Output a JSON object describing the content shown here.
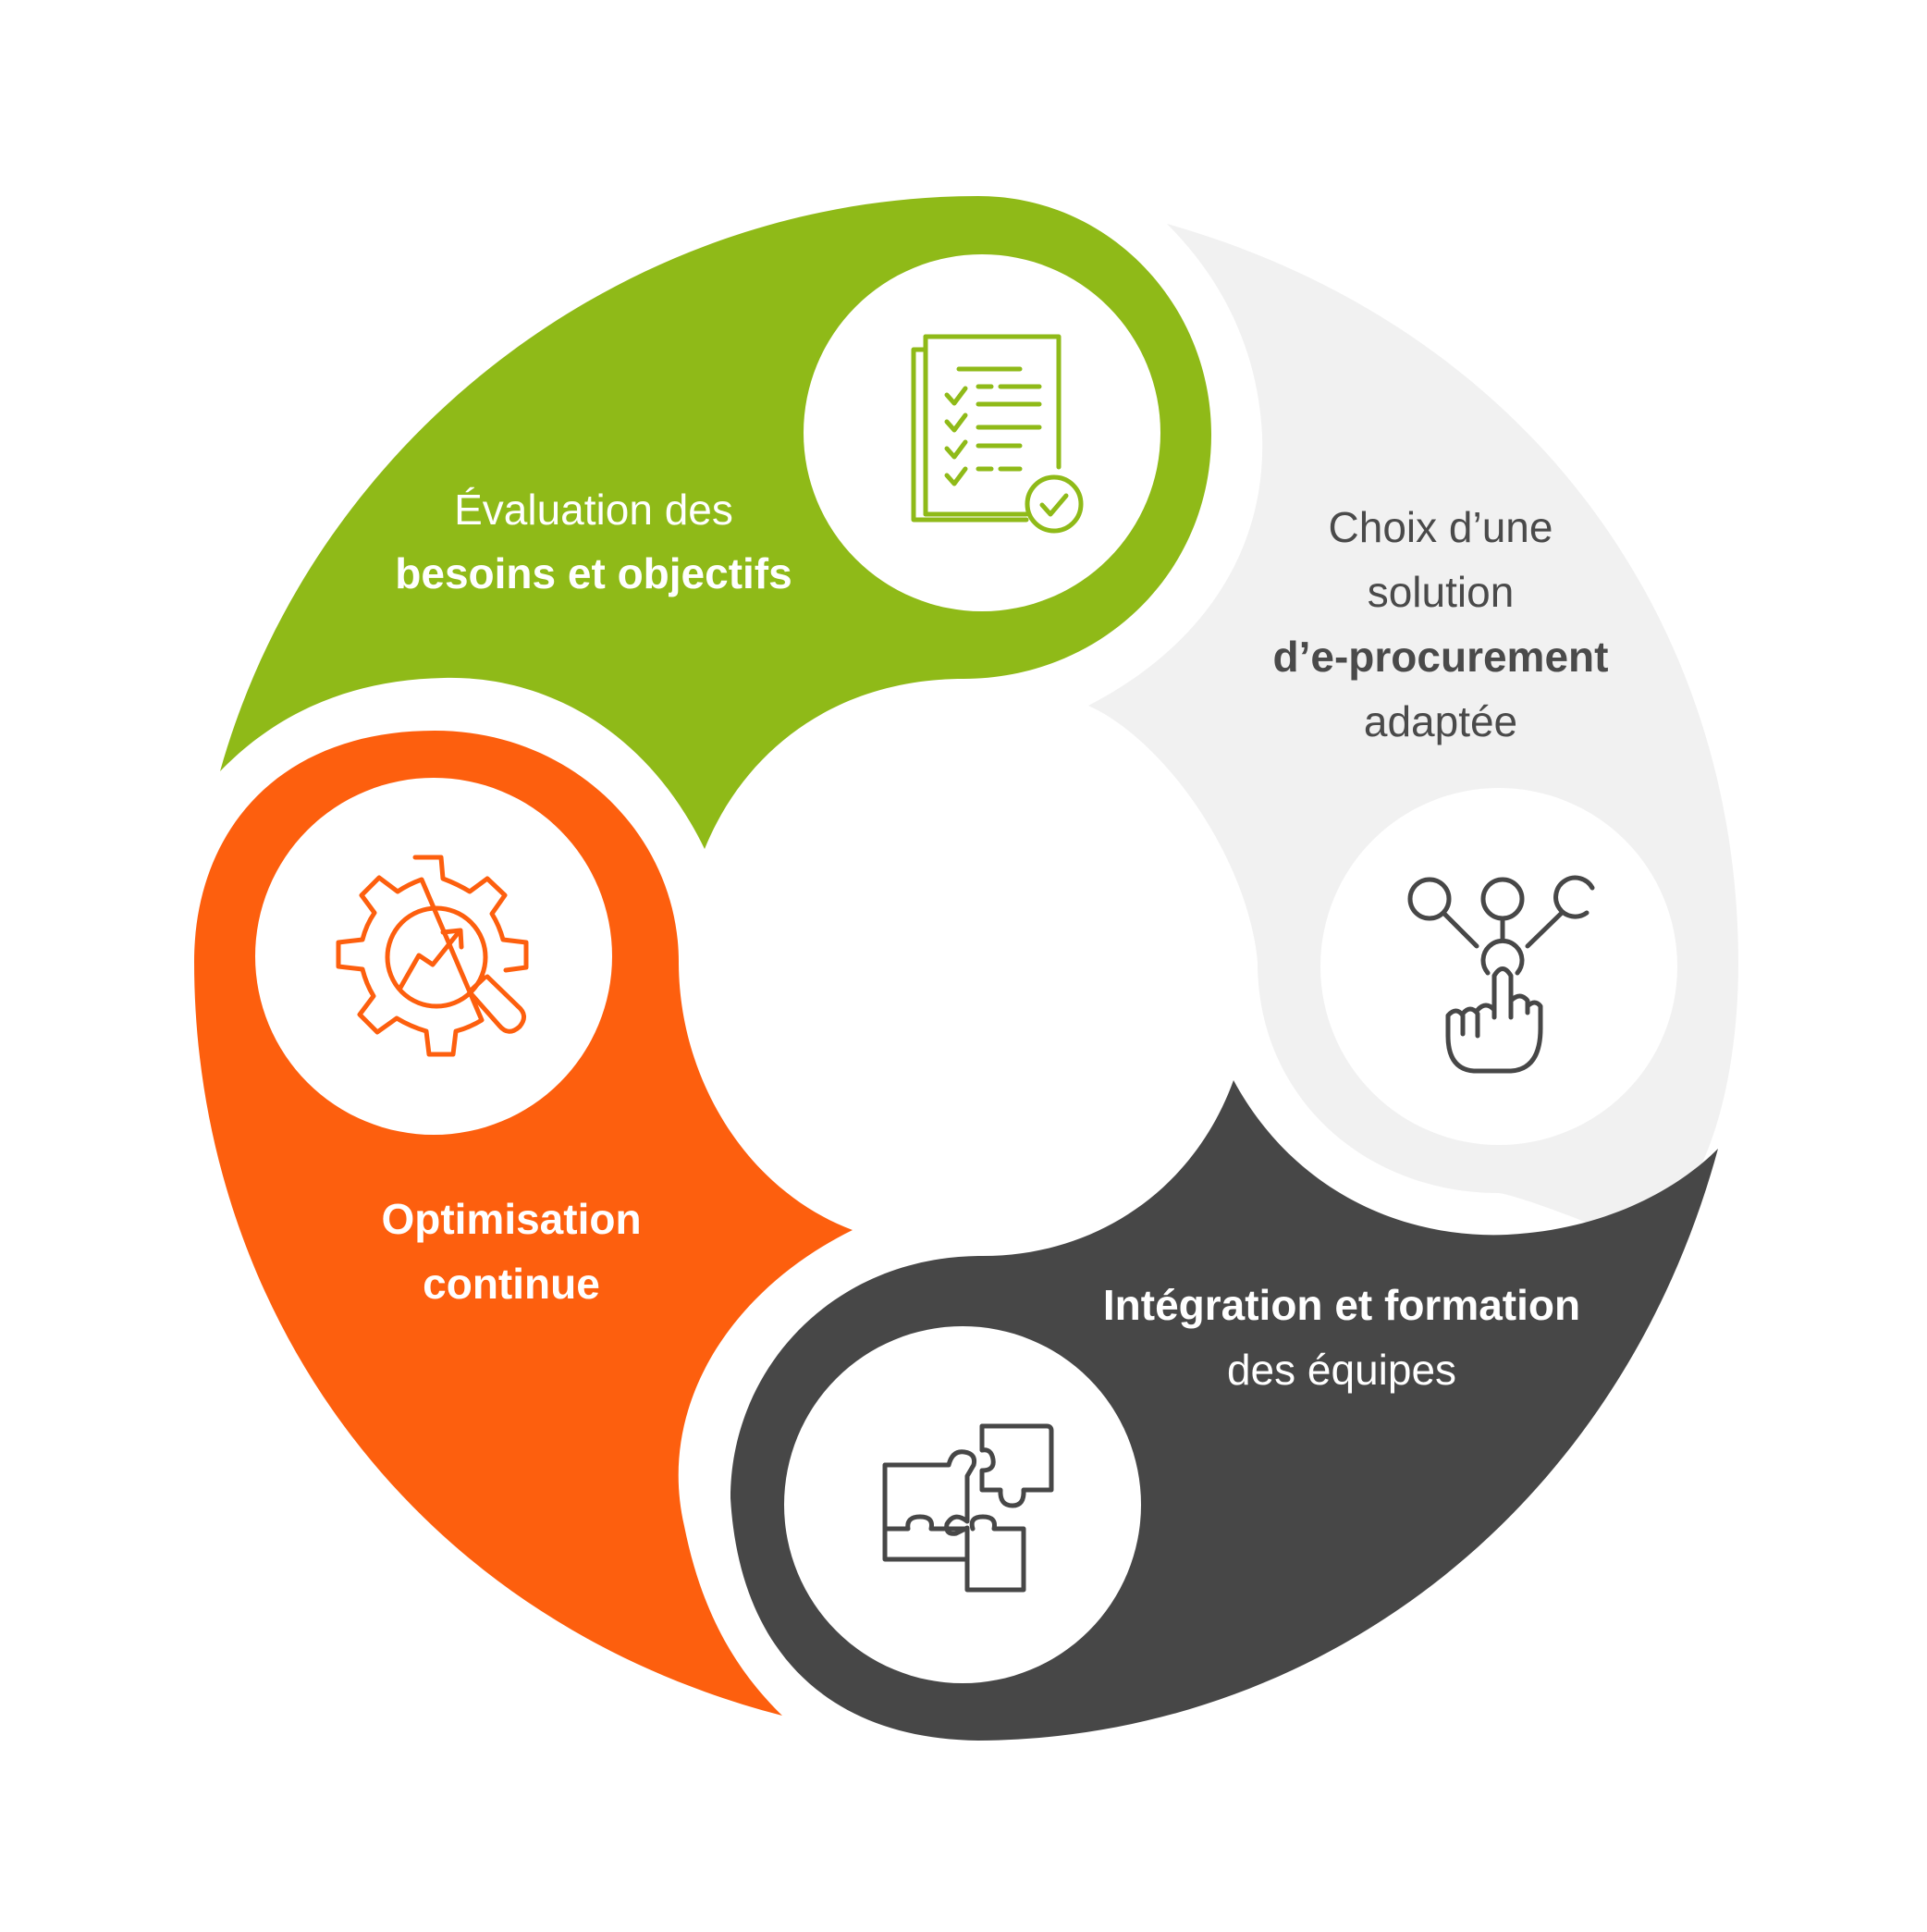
{
  "colors": {
    "background": "#ffffff",
    "green": "#8fba18",
    "light_gray": "#f1f1f1",
    "dark_gray": "#474747",
    "orange": "#fd5f0e",
    "white": "#ffffff",
    "gray_text": "#4a4a4a"
  },
  "steps": [
    {
      "id": "evaluation",
      "icon": "checklist-document-icon",
      "color": "#8fba18",
      "line1": "Évaluation des",
      "line2": "besoins et objectifs"
    },
    {
      "id": "choice",
      "icon": "hand-select-options-icon",
      "color": "#f1f1f1",
      "line1": "Choix d’une",
      "line2": "solution",
      "line3": "d’e-procurement",
      "line4": "adaptée"
    },
    {
      "id": "integration",
      "icon": "puzzle-pieces-icon",
      "color": "#474747",
      "line1": "Intégration et formation",
      "line2": "des équipes"
    },
    {
      "id": "optimisation",
      "icon": "gear-analytics-magnifier-icon",
      "color": "#fd5f0e",
      "line1": "Optimisation",
      "line2": "continue"
    }
  ]
}
